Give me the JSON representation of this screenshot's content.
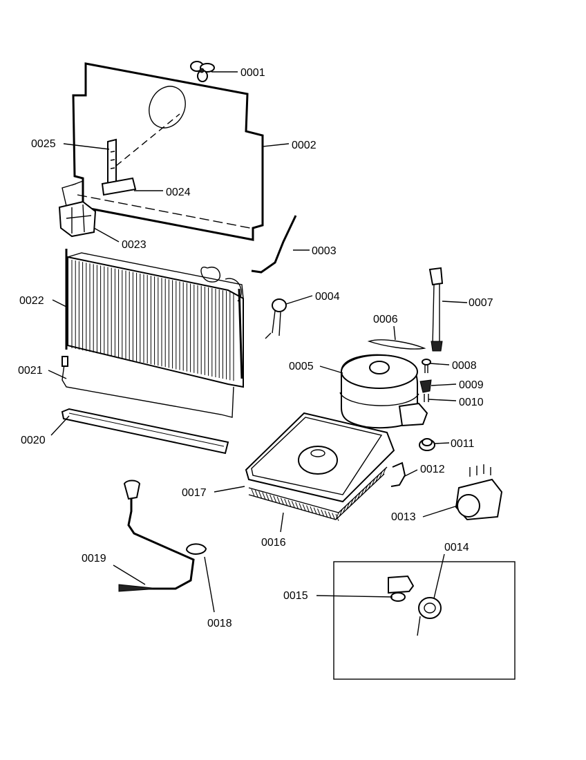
{
  "callouts": {
    "c0001": "0001",
    "c0002": "0002",
    "c0003": "0003",
    "c0004": "0004",
    "c0005": "0005",
    "c0006": "0006",
    "c0007": "0007",
    "c0008": "0008",
    "c0009": "0009",
    "c0010": "0010",
    "c0011": "0011",
    "c0012": "0012",
    "c0013": "0013",
    "c0014": "0014",
    "c0015": "0015",
    "c0016": "0016",
    "c0017": "0017",
    "c0018": "0018",
    "c0019": "0019",
    "c0020": "0020",
    "c0021": "0021",
    "c0022": "0022",
    "c0023": "0023",
    "c0024": "0024",
    "c0025": "0025"
  }
}
